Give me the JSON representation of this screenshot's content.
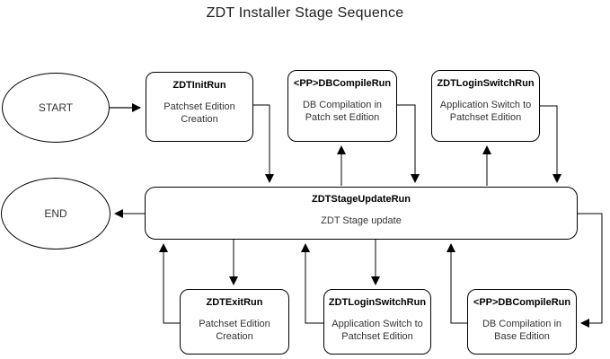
{
  "title": "ZDT Installer Stage Sequence",
  "colors": {
    "stroke": "#000000",
    "muted_edge": "#666666",
    "text": "#000000",
    "subtitle": "#333333",
    "background": "#ffffff"
  },
  "nodes": {
    "start": {
      "label": "START"
    },
    "end": {
      "label": "END"
    },
    "init": {
      "title": "ZDTInitRun",
      "subtitle": "Patchset Edition Creation"
    },
    "db_compile_top": {
      "title": "<PP>DBCompileRun",
      "subtitle": "DB Compilation in Patch set Edition"
    },
    "login_switch_top": {
      "title": "ZDTLoginSwitchRun",
      "subtitle": "Application Switch to Patchset Edition"
    },
    "stage_update": {
      "title": "ZDTStageUpdateRun",
      "subtitle": "ZDT Stage update"
    },
    "exit": {
      "title": "ZDTExitRun",
      "subtitle": "Patchset Edition Creation"
    },
    "login_switch_bottom": {
      "title": "ZDTLoginSwitchRun",
      "subtitle": "Application Switch to Patchset Edition"
    },
    "db_compile_bottom": {
      "title": "<PP>DBCompileRun",
      "subtitle": "DB Compilation in Base Edition"
    }
  }
}
